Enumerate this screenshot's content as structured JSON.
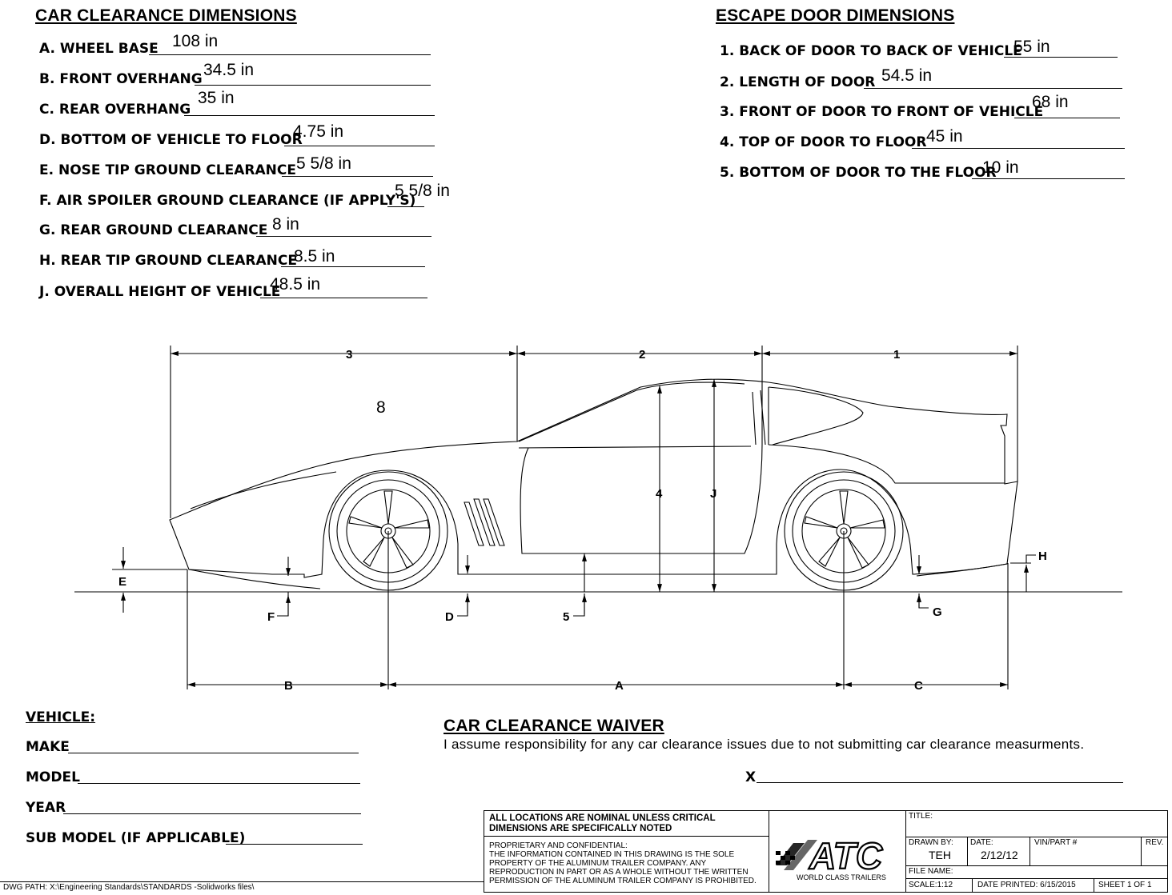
{
  "car_clearance": {
    "title": "CAR CLEARANCE DIMENSIONS",
    "items": [
      {
        "label": "A.  WHEEL BASE",
        "value": "108 in"
      },
      {
        "label": "B.  FRONT OVERHANG",
        "value": "34.5 in"
      },
      {
        "label": "C. REAR OVERHANG",
        "value": "35 in"
      },
      {
        "label": "D.  BOTTOM OF VEHICLE TO FLOOR",
        "value": "4.75 in"
      },
      {
        "label": "E.  NOSE TIP GROUND CLEARANCE",
        "value": "5 5/8 in"
      },
      {
        "label": "F.  AIR SPOILER GROUND CLEARANCE (IF APPLY'S)",
        "value": "5 5/8 in"
      },
      {
        "label": "G. REAR GROUND CLEARANCE",
        "value": "8 in"
      },
      {
        "label": "H.  REAR TIP GROUND CLEARANCE",
        "value": "8.5 in"
      },
      {
        "label": "J. OVERALL HEIGHT OF VEHICLE",
        "value": "48.5 in"
      }
    ]
  },
  "escape_door": {
    "title": "ESCAPE DOOR DIMENSIONS",
    "items": [
      {
        "label": "1. BACK OF DOOR TO BACK OF VEHICLE",
        "value": "55 in"
      },
      {
        "label": "2. LENGTH OF DOOR",
        "value": "54.5 in"
      },
      {
        "label": "3. FRONT OF DOOR TO FRONT OF VEHICLE",
        "value": "68 in"
      },
      {
        "label": "4. TOP OF DOOR TO FLOOR",
        "value": "45 in"
      },
      {
        "label": "5. BOTTOM OF DOOR TO THE FLOOR",
        "value": "10 in"
      }
    ]
  },
  "drawing": {
    "handwritten_note": "8",
    "dim_labels": {
      "d1": "1",
      "d2": "2",
      "d3": "3",
      "d4": "4",
      "d5": "5",
      "A": "A",
      "B": "B",
      "C": "C",
      "D": "D",
      "E": "E",
      "F": "F",
      "G": "G",
      "H": "H",
      "J": "J"
    }
  },
  "vehicle": {
    "title": "VEHICLE:",
    "fields": [
      "MAKE",
      "MODEL",
      "YEAR",
      "SUB MODEL (IF APPLICABLE)"
    ]
  },
  "waiver": {
    "title": "CAR CLEARANCE WAIVER",
    "text": "I assume responsibility for any car clearance issues due to not submitting car clearance measurments.",
    "sign_mark": "X"
  },
  "title_block": {
    "nominal_note_1": "ALL LOCATIONS ARE NOMINAL UNLESS CRITICAL",
    "nominal_note_2": "DIMENSIONS ARE SPECIFICALLY NOTED",
    "proprietary": [
      "PROPRIETARY AND CONFIDENTIAL:",
      "THE INFORMATION CONTAINED IN THIS DRAWING IS THE SOLE",
      "PROPERTY OF THE ALUMINUM TRAILER COMPANY.  ANY",
      "REPRODUCTION IN PART OR AS A WHOLE WITHOUT THE WRITTEN",
      "PERMISSION OF THE ALUMINUM TRAILER COMPANY IS PROHIBITED."
    ],
    "logo_text": "ATC",
    "logo_tagline": "WORLD CLASS TRAILERS",
    "title_label": "TITLE:",
    "drawn_by_label": "DRAWN BY:",
    "drawn_by": "TEH",
    "date_label": "DATE:",
    "date": "2/12/12",
    "vin_label": "VIN/PART #",
    "rev_label": "REV.",
    "file_name_label": "FILE NAME:",
    "scale": "SCALE:1:12",
    "date_printed": "DATE PRINTED: 6/15/2015",
    "sheet": "SHEET 1 OF 1"
  },
  "dwg_path": "DWG PATH: X:\\Engineering Standards\\STANDARDS -Solidworks files\\"
}
